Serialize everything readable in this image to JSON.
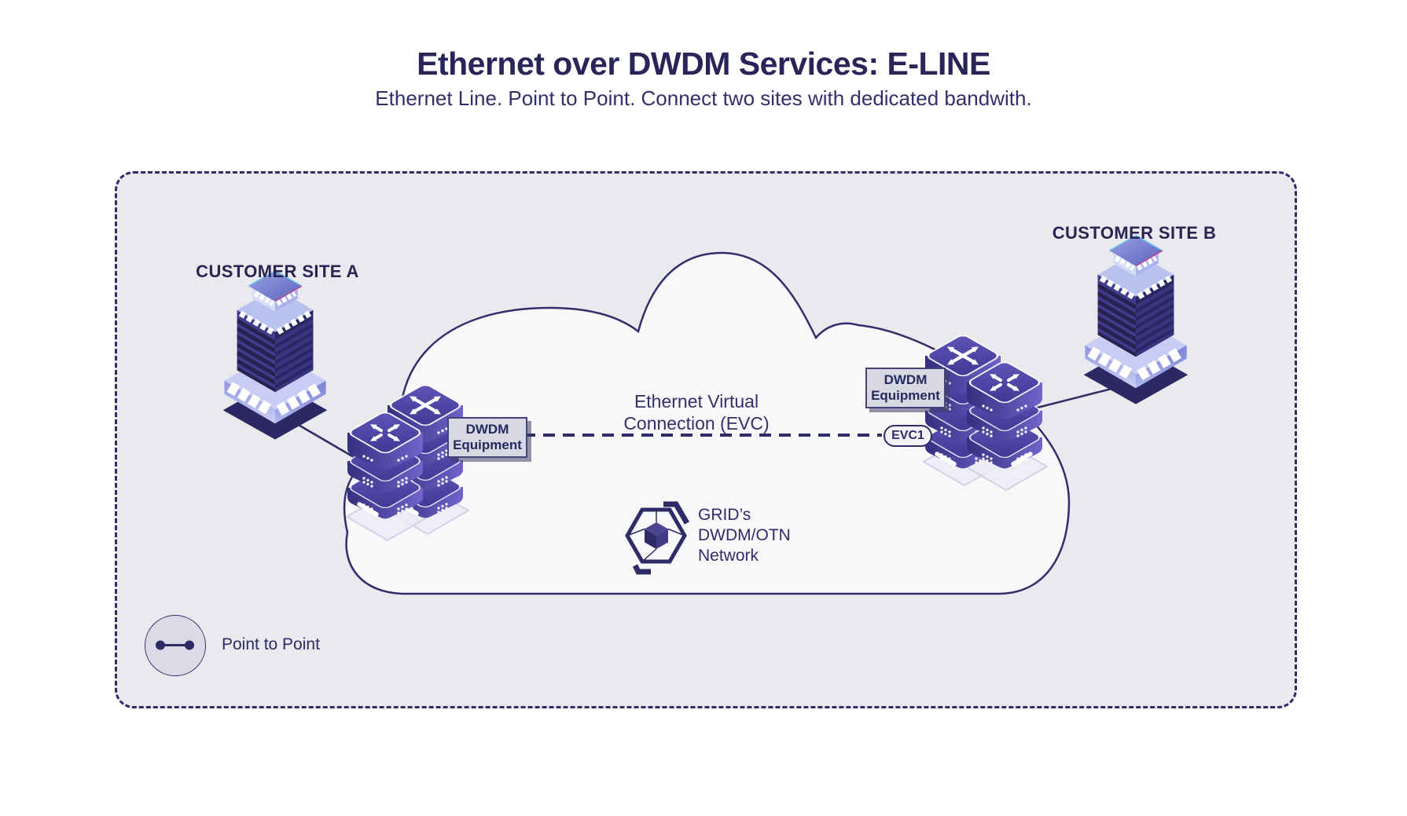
{
  "header": {
    "title": "Ethernet over DWDM Services: E-LINE",
    "subtitle": "Ethernet Line. Point to Point. Connect two sites with dedicated bandwith."
  },
  "diagram": {
    "site_a_label": "CUSTOMER SITE A",
    "site_b_label": "CUSTOMER SITE B",
    "dwdm_left": {
      "line1": "DWDM",
      "line2": "Equipment"
    },
    "dwdm_right": {
      "line1": "DWDM",
      "line2": "Equipment"
    },
    "evc_label": {
      "line1": "Ethernet Virtual",
      "line2": "Connection (EVC)"
    },
    "evc_badge": "EVC1",
    "network_label": {
      "line1": "GRID’s",
      "line2": "DWDM/OTN",
      "line3": "Network"
    },
    "legend": {
      "point_to_point": "Point to Point"
    }
  },
  "colors": {
    "navy": "#2f2c66",
    "panel_bg": "#e9e9ee",
    "cloud_fill": "#f8f8fb",
    "equipment_purple": "#4a3f9e",
    "label_box_bg": "#d8d8e2"
  }
}
